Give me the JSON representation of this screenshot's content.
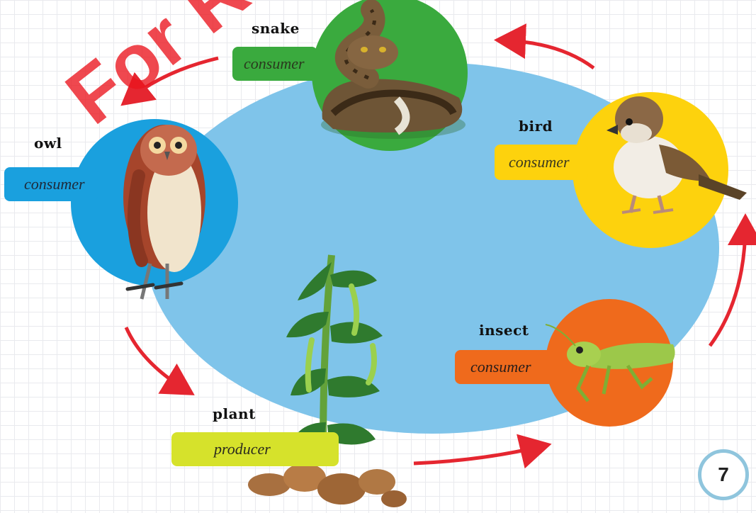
{
  "organisms": {
    "snake": {
      "name": "snake",
      "role": "consumer"
    },
    "owl": {
      "name": "owl",
      "role": "consumer"
    },
    "bird": {
      "name": "bird",
      "role": "consumer"
    },
    "insect": {
      "name": "insect",
      "role": "consumer"
    },
    "plant": {
      "name": "plant",
      "role": "producer"
    }
  },
  "colors": {
    "oval": "#7fc4ea",
    "snake_circle": "#3aaa3e",
    "owl_circle": "#1aa0de",
    "bird_circle": "#fdd20d",
    "insect_circle": "#ef6a1c",
    "plant_pill": "#d6e22b",
    "arrow": "#e52630"
  },
  "page": {
    "number": "7"
  },
  "watermark": {
    "text": "For Re"
  }
}
